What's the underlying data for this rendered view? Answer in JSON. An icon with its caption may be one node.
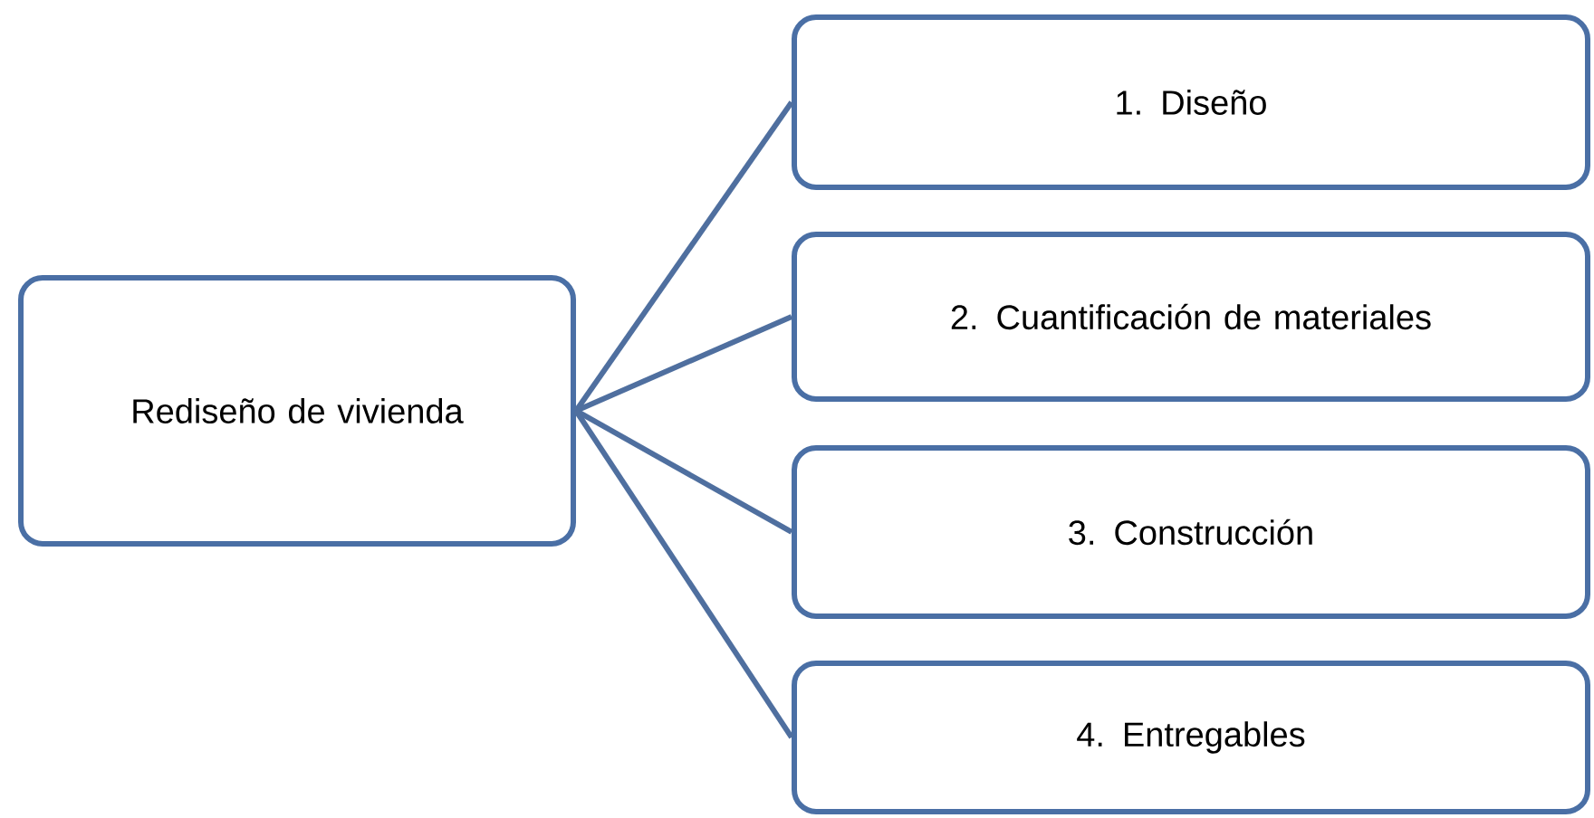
{
  "diagram": {
    "nodes": [
      {
        "text": [
          "Rediseño de vivienda"
        ]
      },
      {
        "text": [
          "1. Diseño"
        ]
      },
      {
        "text": [
          "2. Cuantificación de materiales"
        ]
      },
      {
        "text": [
          "3. Construcción"
        ]
      },
      {
        "text": [
          "4. Entregables"
        ]
      }
    ],
    "edges": [
      {
        "from": 0,
        "to": 1,
        "arrow": "none"
      },
      {
        "from": 0,
        "to": 2,
        "arrow": "none"
      },
      {
        "from": 0,
        "to": 3,
        "arrow": "none"
      },
      {
        "from": 0,
        "to": 4,
        "arrow": "none"
      }
    ]
  }
}
